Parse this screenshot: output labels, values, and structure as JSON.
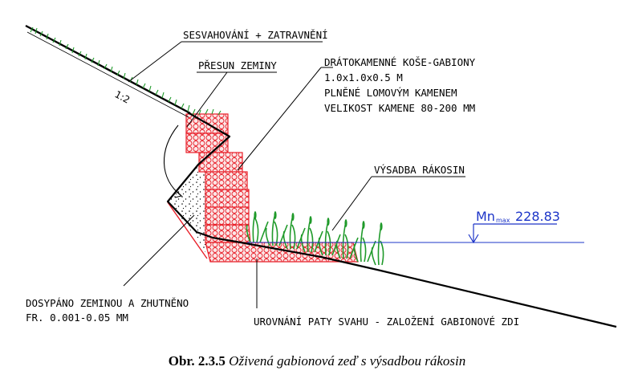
{
  "labels": {
    "sesvahovani": "SESVAHOVÁNÍ + ZATRAVNĚNÍ",
    "presun": "PŘESUN ZEMINY",
    "gabiony_1": "DRÁTOKAMENNÉ KOŠE-GABIONY",
    "gabiony_2": "1.0x1.0x0.5 M",
    "gabiony_3": "PLNĚNÉ LOMOVÝM KAMENEM",
    "gabiony_4": "VELIKOST KAMENE 80-200 MM",
    "vysadba": "VÝSADBA RÁKOSIN",
    "dosypano_1": "DOSYPÁNO ZEMINOU A ZHUTNĚNO",
    "dosypano_2": "FR. 0.001-0.05 MM",
    "urovnani": "UROVNÁNÍ PATY SVAHU - ZALOŽENÍ GABIONOVÉ ZDI",
    "slope": "1:2"
  },
  "water_level": {
    "symbol": "Mn",
    "subscript": "max",
    "value": "228.83"
  },
  "caption": {
    "number": "Obr. 2.3.5",
    "text": "Oživená gabionová zeď s výsadbou rákosin"
  },
  "colors": {
    "gabion": "#e8202a",
    "vegetation": "#1f9a2a",
    "water": "#1d35c8",
    "line": "#000000"
  }
}
